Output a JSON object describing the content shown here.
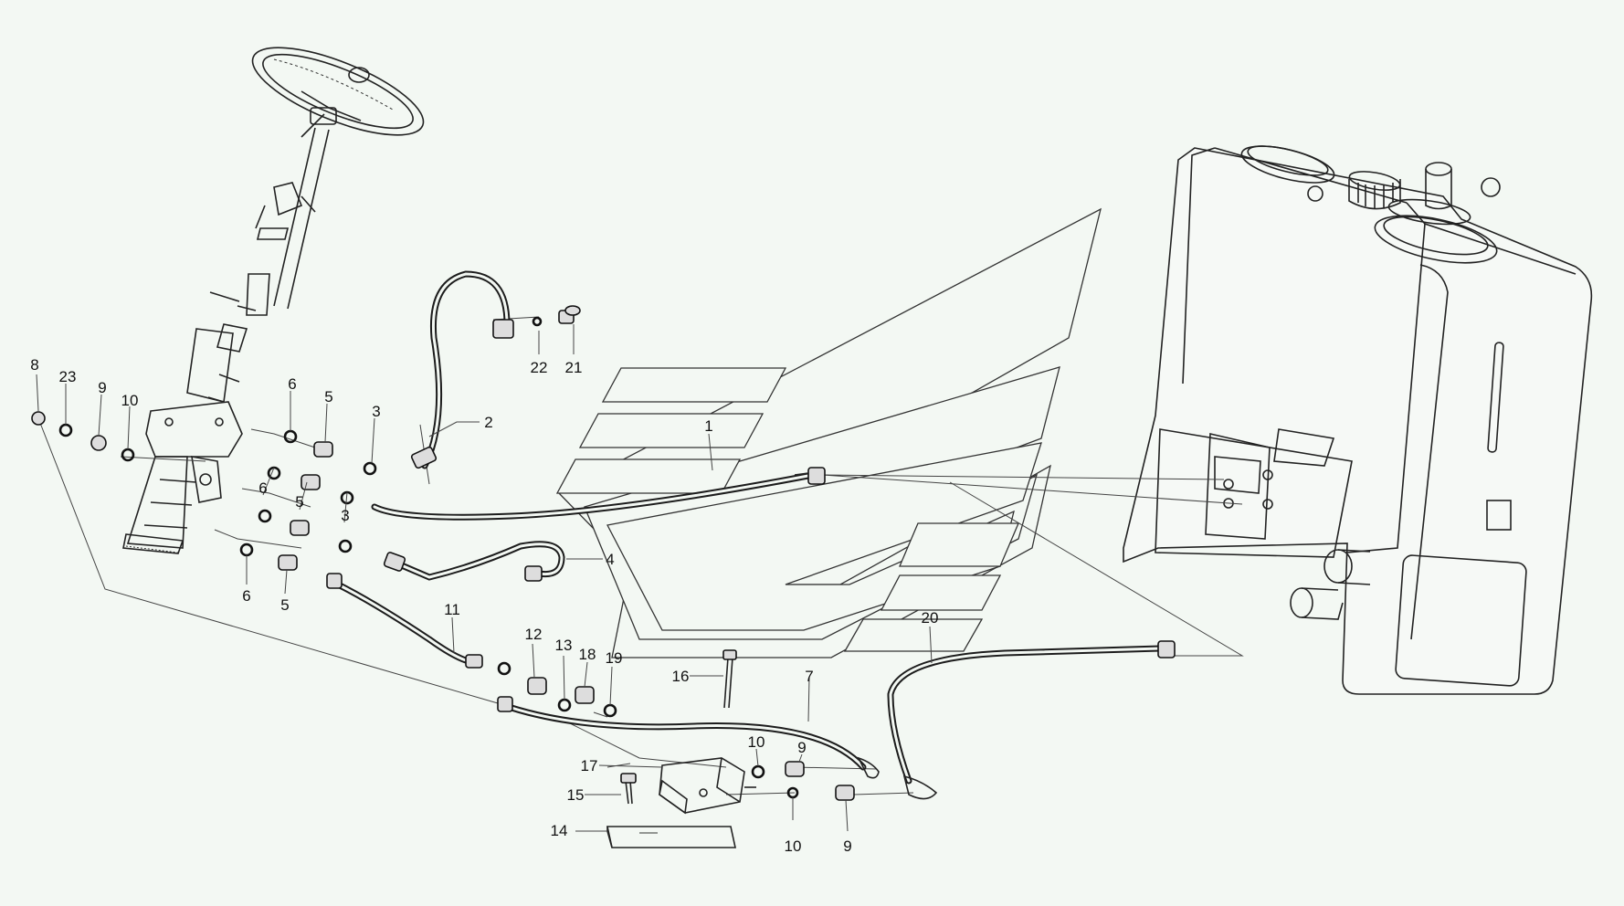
{
  "diagram": {
    "type": "exploded-parts-diagram",
    "line_color": "#222222",
    "background_color": "#f3f8f3",
    "callouts": [
      {
        "id": "c8",
        "label": "8"
      },
      {
        "id": "c23",
        "label": "23"
      },
      {
        "id": "c9a",
        "label": "9"
      },
      {
        "id": "c10a",
        "label": "10"
      },
      {
        "id": "c6a",
        "label": "6"
      },
      {
        "id": "c5a",
        "label": "5"
      },
      {
        "id": "c3a",
        "label": "3"
      },
      {
        "id": "c2",
        "label": "2"
      },
      {
        "id": "c22",
        "label": "22"
      },
      {
        "id": "c21",
        "label": "21"
      },
      {
        "id": "c1",
        "label": "1"
      },
      {
        "id": "c6b",
        "label": "6"
      },
      {
        "id": "c5b",
        "label": "5"
      },
      {
        "id": "c3b",
        "label": "3"
      },
      {
        "id": "c4",
        "label": "4"
      },
      {
        "id": "c6c",
        "label": "6"
      },
      {
        "id": "c5c",
        "label": "5"
      },
      {
        "id": "c11",
        "label": "11"
      },
      {
        "id": "c12",
        "label": "12"
      },
      {
        "id": "c13",
        "label": "13"
      },
      {
        "id": "c18",
        "label": "18"
      },
      {
        "id": "c19",
        "label": "19"
      },
      {
        "id": "c16",
        "label": "16"
      },
      {
        "id": "c7",
        "label": "7"
      },
      {
        "id": "c20",
        "label": "20"
      },
      {
        "id": "c10b",
        "label": "10"
      },
      {
        "id": "c9b",
        "label": "9"
      },
      {
        "id": "c17",
        "label": "17"
      },
      {
        "id": "c15",
        "label": "15"
      },
      {
        "id": "c14",
        "label": "14"
      },
      {
        "id": "c10c",
        "label": "10"
      },
      {
        "id": "c9c",
        "label": "9"
      }
    ]
  }
}
